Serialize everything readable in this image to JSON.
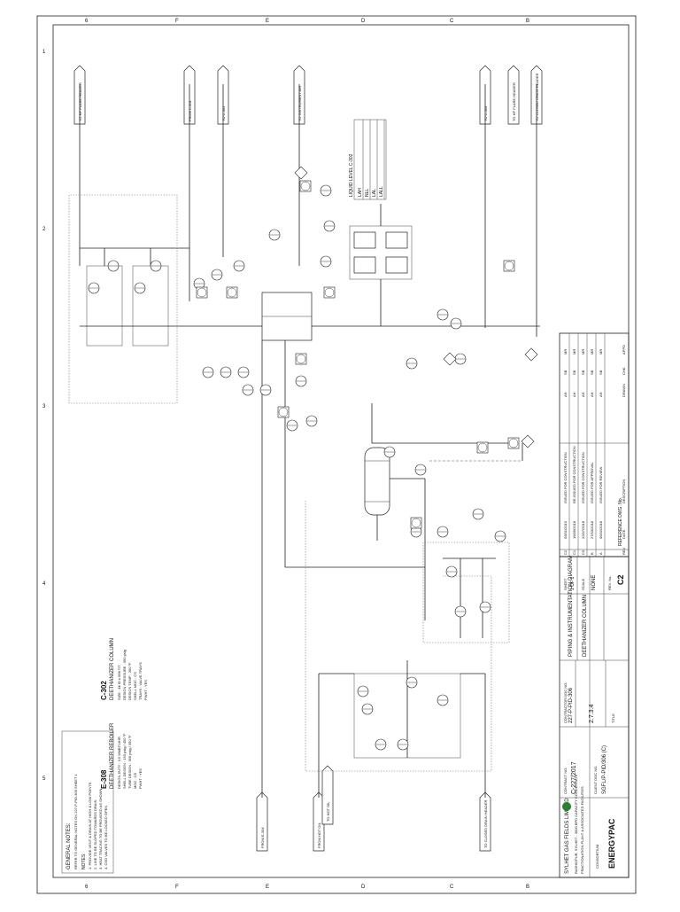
{
  "sheet": {
    "title_line1": "PIPING & INSTRUMENTATION DIAGRAM",
    "title_line2": "DEETHANIZER COLUMN",
    "company": "SYLHET GAS FIELDS LIMITED",
    "project_line1": "RASHIDPUR, SYLHET - 3000 BPD CAPACITY CONDENSATE",
    "project_line2": "FRACTIONATION PLANT & ASSOCIATED FACILITIES",
    "contractor": "ENERGYPAC",
    "consortium": "CONSORTIUM",
    "contract_no_label": "CONTRACT NO.",
    "contract_no": "C-227/2017",
    "doc_no_label": "CONTRACTOR DOC NO.",
    "doc_no": "227-P-PID-306",
    "client_doc_label": "CLIENT DOC NO.",
    "client_doc": "SGFL/P-PID/306 (C)",
    "sheet_label": "SHEET",
    "sheet_value": "1 OF 1",
    "scale_label": "SCALE",
    "scale_value": "NONE",
    "rev_label": "REV. No.",
    "rev_value": "C2",
    "area_code": "2.7.3.4",
    "reference_label": "REFERENCE DWG. No.",
    "title_label": "TITLE"
  },
  "revisions": {
    "headers": [
      "REV",
      "DATE",
      "DESCRIPTION",
      "DRAWN",
      "CHK",
      "APPD"
    ],
    "rows": [
      [
        "C2",
        "03/01/2019",
        "ISSUED FOR CONSTRUCTION",
        "AH",
        "SB",
        "MR"
      ],
      [
        "C1",
        "16/09/2018",
        "RE-ISSUED FOR CONSTRUCTION",
        "AH",
        "SB",
        "MR"
      ],
      [
        "C0",
        "22/07/2018",
        "ISSUED FOR CONSTRUCTION",
        "AH",
        "SB",
        "MR"
      ],
      [
        "B",
        "27/03/2018",
        "ISSUED FOR APPROVAL",
        "AH",
        "SB",
        "MR"
      ],
      [
        "A",
        "06/02/2018",
        "ISSUED FOR REVIEW",
        "AH",
        "SB",
        "MR"
      ]
    ]
  },
  "grid": {
    "top": [
      "6",
      "F",
      "E",
      "D",
      "C",
      "B"
    ],
    "side": [
      "1",
      "2",
      "3",
      "4",
      "5"
    ]
  },
  "equipment": {
    "column_tag": "C-302",
    "column_name": "DEETHANIZER COLUMN",
    "column_specs": [
      "SIZE : 4ft ID x 56ft T/T",
      "DESIGN PRESSURE : 350 psig",
      "DESIGN TEMP : 350 °F",
      "SHELL MOC : CS",
      "TRAYS : VALVE TRAYS",
      "PWHT : YES"
    ],
    "reboiler_tag": "E-308",
    "reboiler_name": "DEETHANIZER REBOILER",
    "reboiler_specs": [
      "DESIGN DUTY : 3.5 MMBTU/HR",
      "SHELL DESIGN : 150 psig / 450 °F",
      "TUBE DESIGN : 350 psig / 350 °F",
      "MOC : CS",
      "PWHT : YES"
    ]
  },
  "level_table": {
    "title": "LIQUID LEVEL C-302",
    "rows": [
      "LAH",
      "NLL",
      "LAL",
      "LALL"
    ]
  },
  "notes": {
    "title": "GENERAL NOTES:",
    "ref": "REFER TO GENERAL NOTES ON 227-P-PID-300 SHEET 1",
    "heading": "NOTES:",
    "items": [
      "1. PROVIDE VENT & DRAIN AT HIGH & LOW POINTS",
      "2. LINE TO BE SLOPED TOWARDS DRAIN",
      "3. HEAT TRACING TO BE PROVIDED AS SHOWN",
      "4. CSO VALVES TO BE LOCKED OPEN"
    ]
  },
  "offpage": {
    "top": [
      "TO HP FLARE HEADER",
      "FROM C-301",
      "TO C-301",
      "TO INSTRUMENT AIR",
      "TO C-304",
      "TO HP FLARE HEADER",
      "TO CLOSED DRAIN HEADER"
    ],
    "bottom": [
      "FROM E-304",
      "FROM HOT OIL",
      "TO HOT OIL",
      "TO CLOSED DRAIN HEADER"
    ]
  }
}
